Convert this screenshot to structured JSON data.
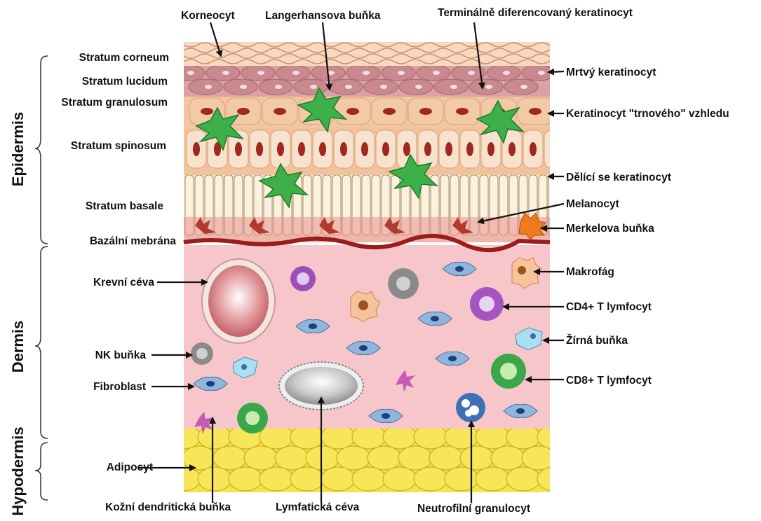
{
  "regions": {
    "epidermis": "Epidermis",
    "dermis": "Dermis",
    "hypodermis": "Hypodermis"
  },
  "layer_labels": {
    "stratum_corneum": "Stratum corneum",
    "stratum_lucidum": "Stratum lucidum",
    "stratum_granulosum": "Stratum granulosum",
    "stratum_spinosum": "Stratum spinosum",
    "stratum_basale": "Stratum basale",
    "bazalni_membrana": "Bazální mebrána"
  },
  "top_labels": {
    "korneocyt": "Korneocyt",
    "langerhans": "Langerhansova buňka",
    "terminal": "Terminálně diferencovaný keratinocyt"
  },
  "right_labels": {
    "mrtvy": "Mrtvý keratinocyt",
    "trnovy": "Keratinocyt \"trnového\" vzhledu",
    "delici": "Dělící se keratinocyt",
    "melanocyt": "Melanocyt",
    "merkel": "Merkelova buňka",
    "makrofag": "Makrofág",
    "cd4": "CD4+ T lymfocyt",
    "zirna": "Žírná buňka",
    "cd8": "CD8+ T lymfocyt"
  },
  "left_labels": {
    "krevni": "Krevní céva",
    "nk": "NK buňka",
    "fibroblast": "Fibroblast",
    "adipocyt": "Adipocyt"
  },
  "bottom_labels": {
    "dendriticka": "Kožní dendritická buňka",
    "lymfaticka": "Lymfatická céva",
    "neutrofilni": "Neutrofilní granulocyt"
  },
  "colors": {
    "dermis": "#f7c6cb",
    "hypodermis": "#f6e24a",
    "langerhans": "#3db04a",
    "basal_membrane": "#9b1c1c",
    "keratinocyte": "#f3cfa7",
    "nucleus": "#9c2a1e"
  }
}
